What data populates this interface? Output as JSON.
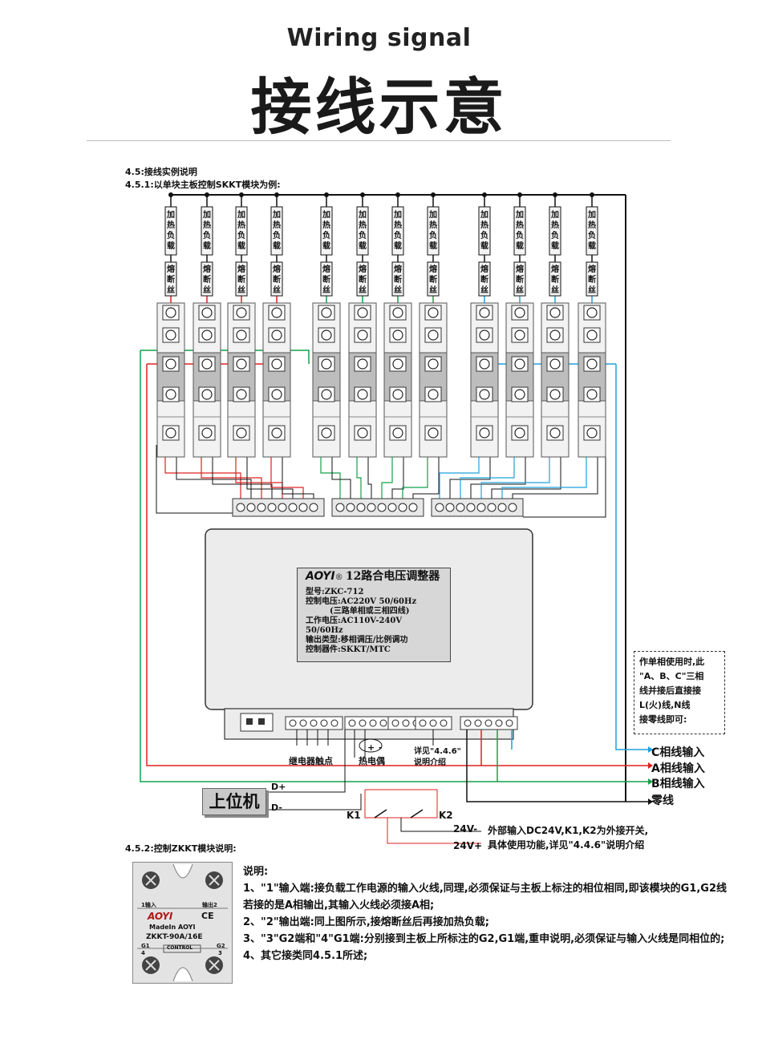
{
  "header": {
    "title_en": "Wiring signal",
    "title_cn": "接线示意"
  },
  "section": {
    "s45": "4.5:接线实例说明",
    "s451": "4.5.1:以单块主板控制SKKT模块为例:",
    "s452": "4.5.2:控制ZKKT模块说明:"
  },
  "loads": {
    "heater": "加热负载",
    "fuse": "熔断丝"
  },
  "controller": {
    "brand": "AOYI",
    "title": "12路合电压调整器",
    "model": "型号:ZKC-712",
    "ctrl_voltage": "控制电压:AC220V 50/60Hz",
    "ctrl_voltage_note": "(三路单相或三相四线)",
    "work_voltage": "工作电压:AC110V-240V 50/60Hz",
    "output_type": "输出类型:移相调压/比例调功",
    "ctrl_device": "控制器件:SKKT/MTC"
  },
  "terminals": {
    "relay": "继电器触点",
    "thermocouple": "热电偶",
    "see_ref": "详见\"4.4.6\"",
    "see_ref2": "说明介绍",
    "tc_plus": "+",
    "tc_minus": "-"
  },
  "note_box": {
    "l1": "作单相使用时,此",
    "l2": "\"A、B、C\"三相",
    "l3": "线并接后直接接",
    "l4": "L(火)线,N线",
    "l5": "接零线即可:"
  },
  "lines": {
    "c": "C相线输入",
    "a": "A相线输入",
    "b": "B相线输入",
    "n": "零线"
  },
  "host": {
    "label": "上位机",
    "dplus": "D+",
    "dminus": "D-"
  },
  "switches": {
    "k1": "K1",
    "k2": "K2",
    "v_minus": "24V-",
    "v_plus": "24V+",
    "ext1": "外部输入DC24V,K1,K2为外接开关,",
    "ext2": "具体使用功能,详见\"4.4.6\"说明介绍"
  },
  "zkkt": {
    "brand": "AOYI",
    "made": "MadeIn AOYI",
    "model": "ZKKT-90A/16E",
    "in_label": "1输入",
    "out_label": "输出2",
    "ctrl": "CONTROL",
    "g1": "G1",
    "g2": "G2",
    "n4": "4",
    "n3": "3"
  },
  "explain": {
    "head": "说明:",
    "p1": "1、\"1\"输入端:接负载工作电源的输入火线,同理,必须保证与主板上标注的相位相同,即该模块的G1,G2线若接的是A相输出,其输入火线必须接A相;",
    "p2": "2、\"2\"输出端:同上图所示,接熔断丝后再接加热负载;",
    "p3": "3、\"3\"G2端和\"4\"G1端:分别接到主板上所标注的G2,G1端,重申说明,必须保证与输入火线是同相位的;",
    "p4": "4、其它接类同4.5.1所述;"
  },
  "colors": {
    "red": "#e02020",
    "green": "#13a04a",
    "blue": "#1ea0dc",
    "black": "#111111"
  }
}
